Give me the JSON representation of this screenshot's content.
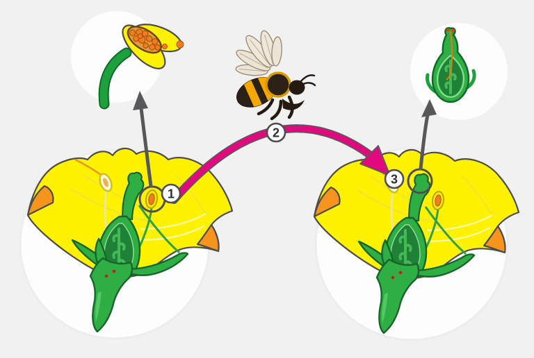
{
  "figure": {
    "type": "pollination-diagram",
    "background_color": "#f1f1f2",
    "badges": [
      {
        "label": "1"
      },
      {
        "label": "2"
      },
      {
        "label": "3"
      }
    ],
    "elements": {
      "anther_closeup": "anther-with-pollen-icon",
      "bee": "honeybee-icon",
      "pistil_closeup": "pistil-with-pollen-tube-icon",
      "left_flower": "flower-cross-section-icon",
      "right_flower": "flower-cross-section-icon",
      "transfer_arrow": "pollen-transfer-arrow",
      "left_detail_arrow": "zoom-out-arrow",
      "right_detail_arrow": "zoom-out-arrow",
      "left_highlight": "anther-highlight-ring",
      "right_highlight": "stigma-highlight-ring"
    },
    "colors": {
      "petal_yellow": "#fff200",
      "petal_underside_orange": "#f7941d",
      "leaf_green": "#2fae44",
      "dark_green": "#1f8136",
      "pollen_orange": "#f47b20",
      "arrow_magenta": "#e2087e",
      "arrow_gray": "#58585a",
      "badge_border": "#4d4d4f",
      "bee_black": "#2b2117",
      "bee_amber": "#f5a800",
      "backdrop_white": "#fdfdfe"
    }
  }
}
